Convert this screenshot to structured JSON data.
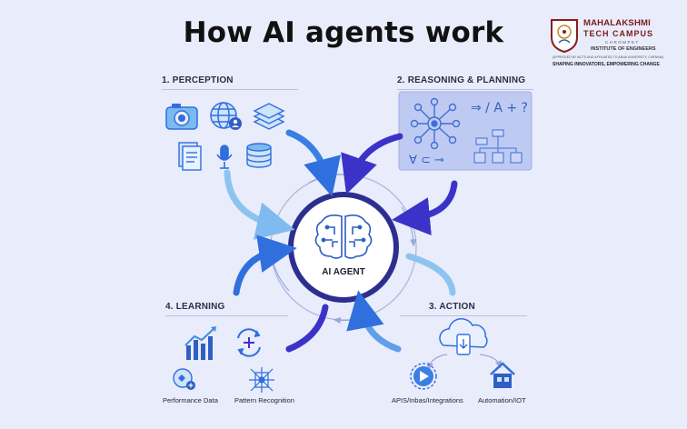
{
  "title": "How AI agents work",
  "logo": {
    "line1": "MAHALAKSHMI",
    "line2": "TECH CAMPUS",
    "line3": "CHROMPET",
    "line4": "INSTITUTE OF ENGINEERS",
    "line5": "(APPROVED BY AICTE AND AFFILIATED TO ANNA UNIVERSITY, CHENNAI)",
    "tagline": "SHAPING INNOVATORS, EMPOWERING CHANGE"
  },
  "sections": {
    "perception": "1. PERCEPTION",
    "reasoning": "2. REASONING & PLANNING",
    "learning": "4. LEARNING",
    "action": "3. ACTION"
  },
  "center": {
    "label": "AI AGENT"
  },
  "reasoning_glyphs": {
    "symbols": "⇒ / A + ?",
    "logic": "∀ ⊂ ⊸"
  },
  "captions": {
    "performance": "Performance Data",
    "pattern": "Pattern Recognition",
    "apis": "APIS/Inbas/Integrations",
    "automation": "Automation/IOT"
  },
  "colors": {
    "accent_dark": "#2d2f8f",
    "accent_blue": "#2f6fde",
    "accent_light": "#8cc4ef",
    "panel": "#bfcaf2",
    "icon_blue": "#3d8de0"
  }
}
